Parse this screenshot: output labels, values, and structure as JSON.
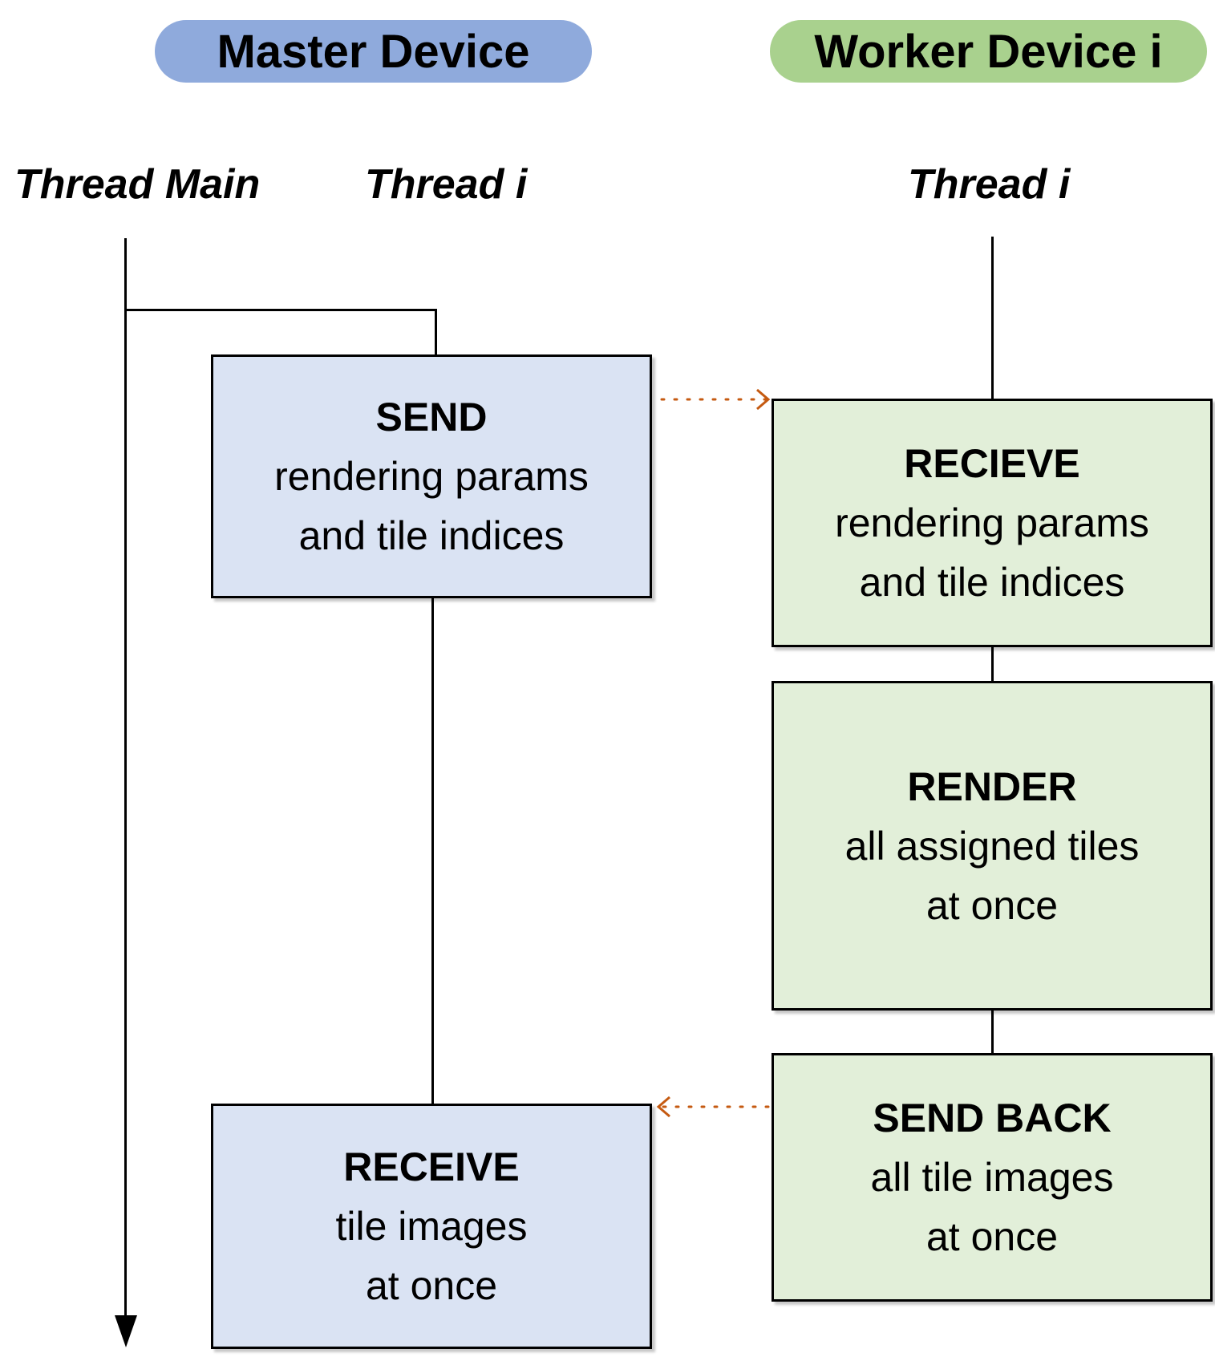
{
  "headers": {
    "master": "Master Device",
    "worker": "Worker Device i"
  },
  "threads": {
    "master_main": "Thread Main",
    "master_i": "Thread i",
    "worker_i": "Thread i"
  },
  "boxes": {
    "send": {
      "title": "SEND",
      "line1": "rendering params",
      "line2": "and tile indices"
    },
    "recieve": {
      "title": "RECIEVE",
      "line1": "rendering params",
      "line2": "and tile indices"
    },
    "render": {
      "title": "RENDER",
      "line1": "all assigned tiles",
      "line2": "at once"
    },
    "send_back": {
      "title": "SEND BACK",
      "line1": "all tile images",
      "line2": "at once"
    },
    "receive": {
      "title": "RECEIVE",
      "line1": "tile images",
      "line2": "at once"
    }
  },
  "colors": {
    "master_header": "#8faadc",
    "worker_header": "#a9d18e",
    "master_box": "#dae3f3",
    "worker_box": "#e2efd9",
    "message_arrow": "#c55a11"
  }
}
